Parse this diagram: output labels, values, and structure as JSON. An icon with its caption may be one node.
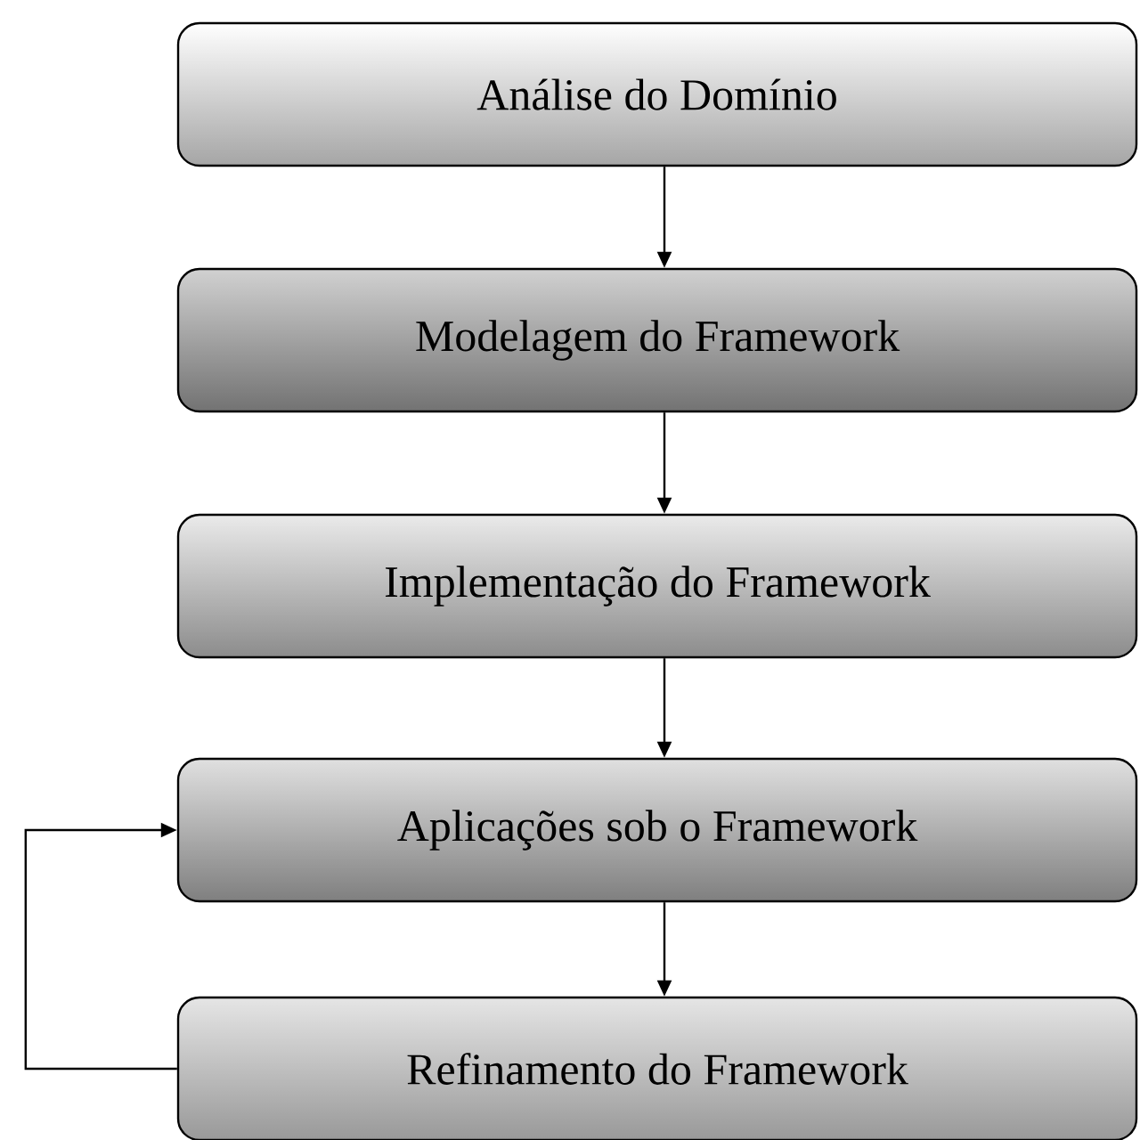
{
  "diagram": {
    "nodes": [
      {
        "text": [
          "Análise do Domínio"
        ]
      },
      {
        "text": [
          "Modelagem do Framework"
        ]
      },
      {
        "text": [
          "Implementação do Framework"
        ]
      },
      {
        "text": [
          "Aplicações sob o Framework"
        ]
      },
      {
        "text": [
          "Refinamento do Framework"
        ]
      }
    ],
    "edges": [
      {
        "from": 0,
        "to": 1,
        "arrow": "to"
      },
      {
        "from": 1,
        "to": 2,
        "arrow": "to"
      },
      {
        "from": 2,
        "to": 3,
        "arrow": "to"
      },
      {
        "from": 3,
        "to": 4,
        "arrow": "to"
      },
      {
        "from": 4,
        "to": 3,
        "arrow": "to"
      }
    ]
  }
}
